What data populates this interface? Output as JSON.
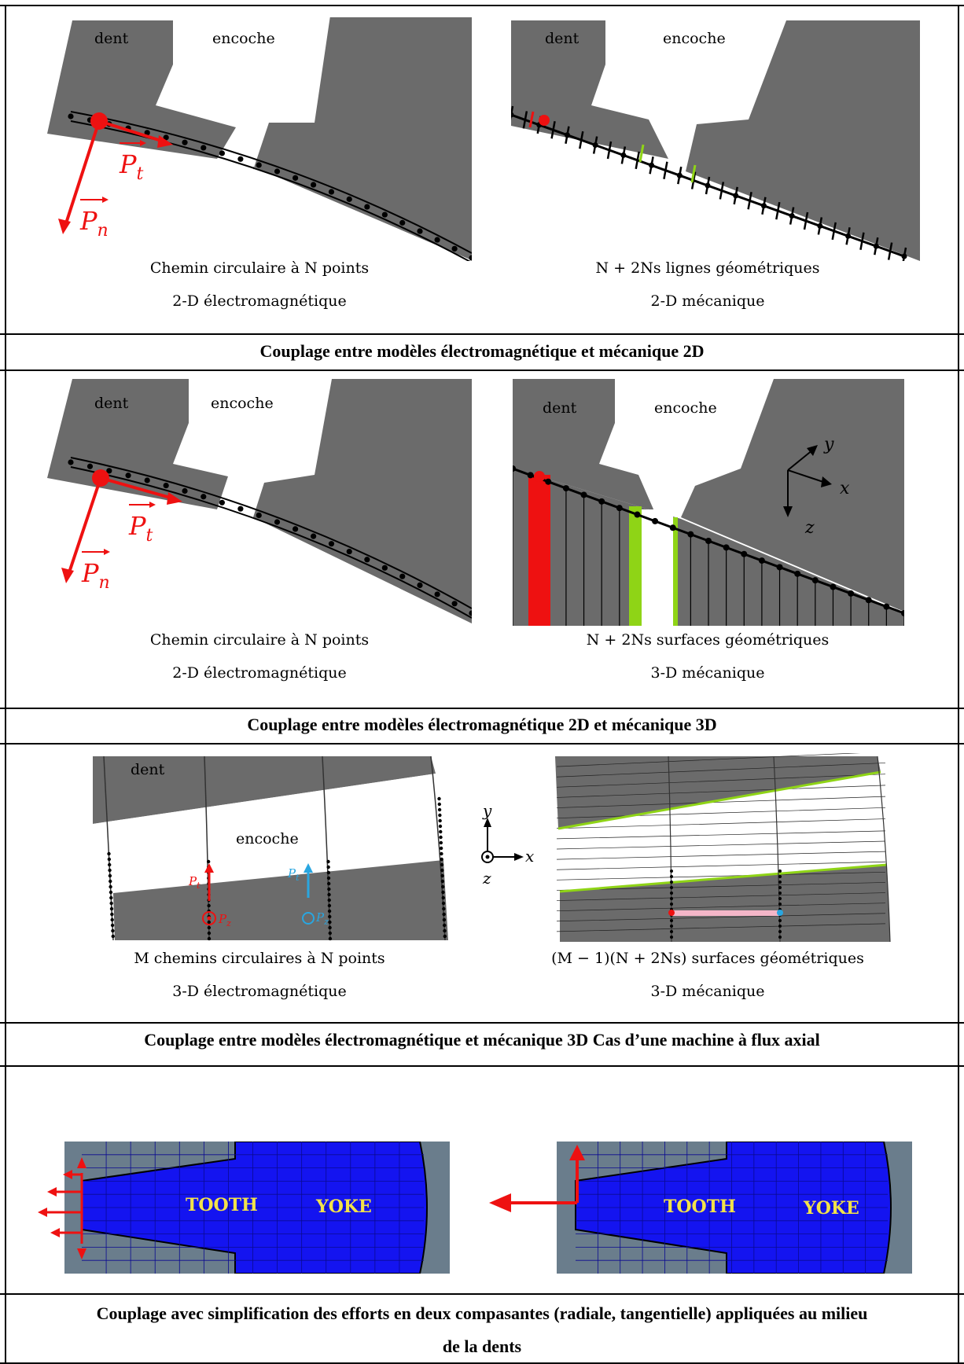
{
  "rows": [
    {
      "left": {
        "dent": "dent",
        "encoche": "encoche",
        "line1": "Chemin circulaire à N points",
        "line2": "2-D électromagnétique"
      },
      "right": {
        "dent": "dent",
        "encoche": "encoche",
        "line1": "N + 2Ns lignes géométriques",
        "line2": "2-D mécanique"
      },
      "caption": "Couplage entre modèles électromagnétique et mécanique 2D"
    },
    {
      "left": {
        "dent": "dent",
        "encoche": "encoche",
        "line1": "Chemin circulaire à N points",
        "line2": "2-D électromagnétique"
      },
      "right": {
        "dent": "dent",
        "encoche": "encoche",
        "line1": "N + 2Ns surfaces géométriques",
        "line2": "3-D mécanique"
      },
      "caption": "Couplage entre modèles électromagnétique 2D et mécanique 3D"
    },
    {
      "left": {
        "dent": "dent",
        "encoche": "encoche",
        "line1": "M chemins circulaires à N points",
        "line2": "3-D électromagnétique"
      },
      "right": {
        "line1": "(M − 1)(N + 2Ns) surfaces géométriques",
        "line2": "3-D mécanique"
      },
      "caption": "Couplage entre modèles électromagnétique et mécanique 3D Cas d’une machine à flux axial"
    },
    {
      "left": {
        "tooth": "TOOTH",
        "yoke": "YOKE"
      },
      "right": {
        "tooth": "TOOTH",
        "yoke": "YOKE"
      },
      "caption_line1": "Couplage avec simplification des efforts en deux compasantes (radiale, tangentielle) appliquées au milieu",
      "caption_line2": "de la dents"
    }
  ],
  "symbols": {
    "pt": "P",
    "pt_sub": "t",
    "pn": "P",
    "pn_sub": "n",
    "pz_sub": "z",
    "axis_x": "x",
    "axis_y": "y",
    "axis_z": "z"
  },
  "colors": {
    "gray": "#6b6b6b",
    "red": "#ee1111",
    "green": "#8fd416",
    "blue_fill": "#1414f0",
    "steel": "#6a7d8c",
    "cyan": "#29a6e0",
    "pink": "#f4b6c8"
  }
}
